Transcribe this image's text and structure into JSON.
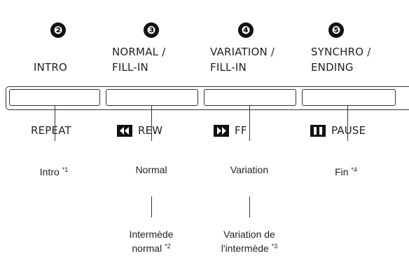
{
  "numbers": [
    "❷",
    "❸",
    "❹",
    "❺"
  ],
  "buttons": [
    {
      "label_line1": "",
      "label_line2": "INTRO",
      "function": "REPEAT",
      "function_icon": "",
      "french": "Intro *1"
    },
    {
      "label_line1": "NORMAL /",
      "label_line2": "FILL-IN",
      "function": "REW",
      "function_icon": "rewind-icon",
      "french": "Normal",
      "french2": "Intermède normal *2"
    },
    {
      "label_line1": "VARIATION /",
      "label_line2": "FILL-IN",
      "function": "FF",
      "function_icon": "fast-forward-icon",
      "french": "Variation",
      "french2": "Variation de l'intermède *3"
    },
    {
      "label_line1": "SYNCHRO /",
      "label_line2": "ENDING",
      "function": "PAUSE",
      "function_icon": "pause-icon",
      "french": "Fin *4"
    }
  ],
  "french_texts": {
    "intro": "Intro",
    "intro_note": "*1",
    "normal": "Normal",
    "variation": "Variation",
    "fin": "Fin",
    "fin_note": "*4",
    "fill_normal_line1": "Intermède",
    "fill_normal_line2": "normal",
    "fill_normal_note": "*2",
    "fill_variation_line1": "Variation de",
    "fill_variation_line2": "l'intermède",
    "fill_variation_note": "*3"
  }
}
